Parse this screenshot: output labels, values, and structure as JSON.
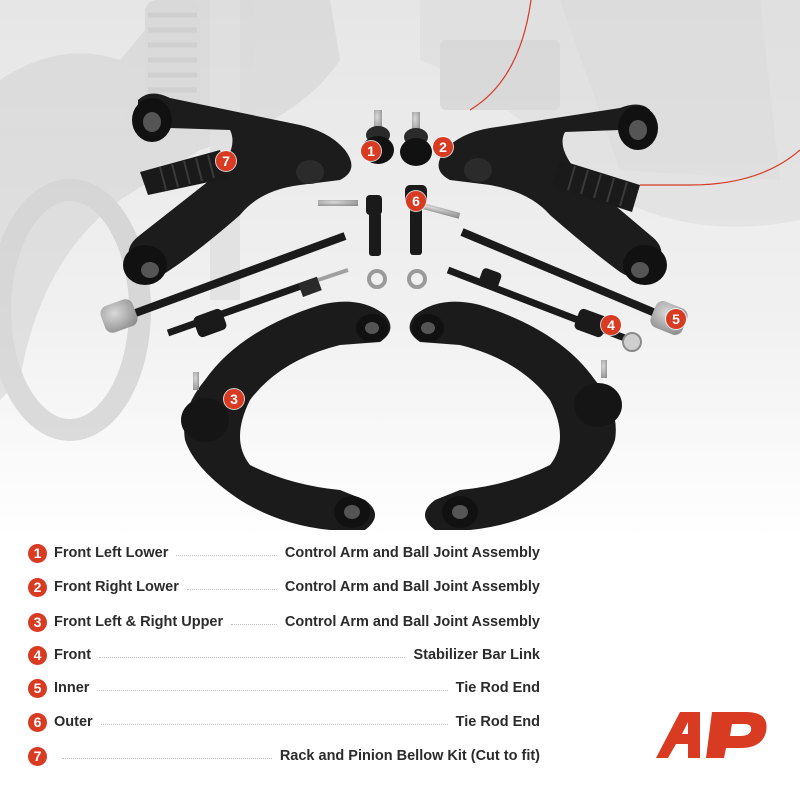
{
  "parts": [
    {
      "num": "1",
      "left": "Front Left Lower",
      "right": "Control Arm and Ball Joint Assembly"
    },
    {
      "num": "2",
      "left": "Front Right Lower",
      "right": "Control Arm and Ball Joint Assembly"
    },
    {
      "num": "3",
      "left": "Front Left & Right Upper",
      "right": "Control Arm and Ball Joint Assembly"
    },
    {
      "num": "4",
      "left": "Front",
      "right": "Stabilizer Bar Link"
    },
    {
      "num": "5",
      "left": "Inner",
      "right": "Tie Rod End"
    },
    {
      "num": "6",
      "left": "Outer",
      "right": "Tie Rod End"
    },
    {
      "num": "7",
      "left": "",
      "right": "Rack and Pinion Bellow Kit (Cut to fit)"
    }
  ],
  "callouts": [
    "1",
    "2",
    "3",
    "4",
    "5",
    "6",
    "7"
  ],
  "colors": {
    "accent": "#d93a22",
    "text": "#2b2b2b",
    "part": "#1a1a1a"
  },
  "icons": {
    "logo": "a-premium-logo-icon",
    "badge": "number-badge-icon"
  }
}
